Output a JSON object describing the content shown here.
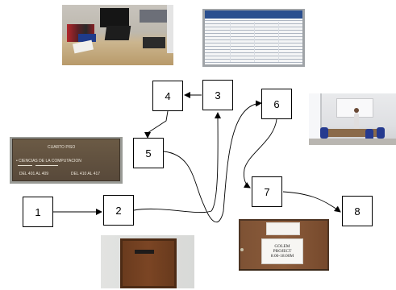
{
  "diagram": {
    "nodes": [
      {
        "id": "1",
        "label": "1"
      },
      {
        "id": "2",
        "label": "2"
      },
      {
        "id": "3",
        "label": "3"
      },
      {
        "id": "4",
        "label": "4"
      },
      {
        "id": "5",
        "label": "5"
      },
      {
        "id": "6",
        "label": "6"
      },
      {
        "id": "7",
        "label": "7"
      },
      {
        "id": "8",
        "label": "8"
      }
    ],
    "edges": [
      {
        "from": "1",
        "to": "2"
      },
      {
        "from": "2",
        "to": "3"
      },
      {
        "from": "3",
        "to": "4"
      },
      {
        "from": "4",
        "to": "5"
      },
      {
        "from": "5",
        "to": "6"
      },
      {
        "from": "6",
        "to": "7"
      },
      {
        "from": "7",
        "to": "8"
      }
    ]
  },
  "photos": {
    "desk": {
      "subject": "cluttered office desk with monitor and laptop"
    },
    "poster": {
      "subject": "research poster on a wall"
    },
    "floor_sign": {
      "subject": "floor directory sign",
      "floor": "CUARTO PISO",
      "department": "• CIENCIAS DE LA COMPUTACION",
      "range_left": "DEL 401 AL 409",
      "range_right": "DEL 410 AL 417"
    },
    "meeting_room": {
      "subject": "meeting room with table, blue chairs and a person"
    },
    "office_door": {
      "subject": "wooden office door with name plate"
    },
    "project_door": {
      "subject": "door with printed notice",
      "notice_lines": [
        "GOLEM",
        "PROJECT",
        "8:00-18:00M"
      ]
    }
  },
  "colors": {
    "line": "#000000",
    "node_border": "#000000",
    "node_fill": "#ffffff"
  }
}
